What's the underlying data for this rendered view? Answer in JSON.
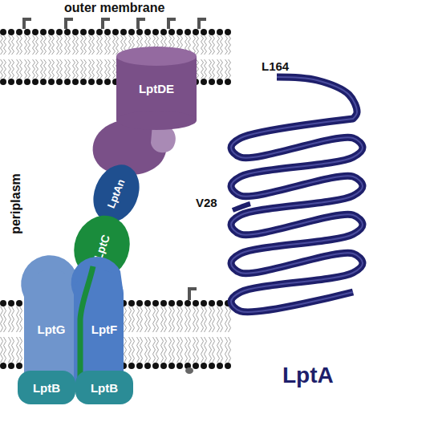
{
  "diagram": {
    "nodes": [
      {
        "text": [
          "LptDE"
        ]
      },
      {
        "text": [
          "LptAn"
        ]
      },
      {
        "text": [
          "LptC"
        ]
      },
      {
        "text": [
          "LptG"
        ]
      },
      {
        "text": [
          "LptF"
        ]
      },
      {
        "text": [
          "LptB"
        ]
      },
      {
        "text": [
          "LptB"
        ]
      }
    ],
    "labels": [
      "outer membrane",
      "periplasm",
      "L164",
      "V28",
      "LptA"
    ]
  }
}
